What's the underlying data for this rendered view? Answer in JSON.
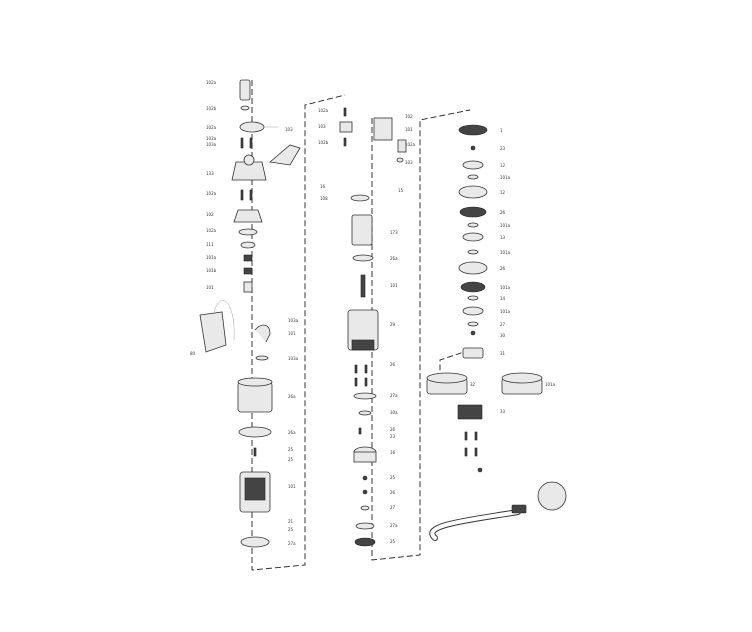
{
  "title": "",
  "colors": {
    "line": "#222222",
    "part_fill": "#e9e9e9",
    "dark": "#444444"
  },
  "labels": [
    "102a",
    "102b",
    "102a",
    "103",
    "102a",
    "103a",
    "133",
    "102a",
    "102",
    "102a",
    "111",
    "101a",
    "101b",
    "101",
    "103a",
    "101",
    "103a",
    "80",
    "26a",
    "26a",
    "25",
    "25",
    "101",
    "21",
    "25",
    "27a",
    "102a",
    "103",
    "102b",
    "16",
    "108",
    "102",
    "101",
    "102a",
    "15",
    "103",
    "173",
    "26a",
    "101",
    "29",
    "26",
    "27a",
    "30a",
    "26",
    "23",
    "16",
    "25",
    "26",
    "27",
    "27a",
    "25",
    "1",
    "23",
    "12",
    "101a",
    "12",
    "26",
    "101a",
    "13",
    "101a",
    "26",
    "101a",
    "14",
    "101a",
    "27",
    "30",
    "31",
    "32",
    "101a",
    "33"
  ]
}
